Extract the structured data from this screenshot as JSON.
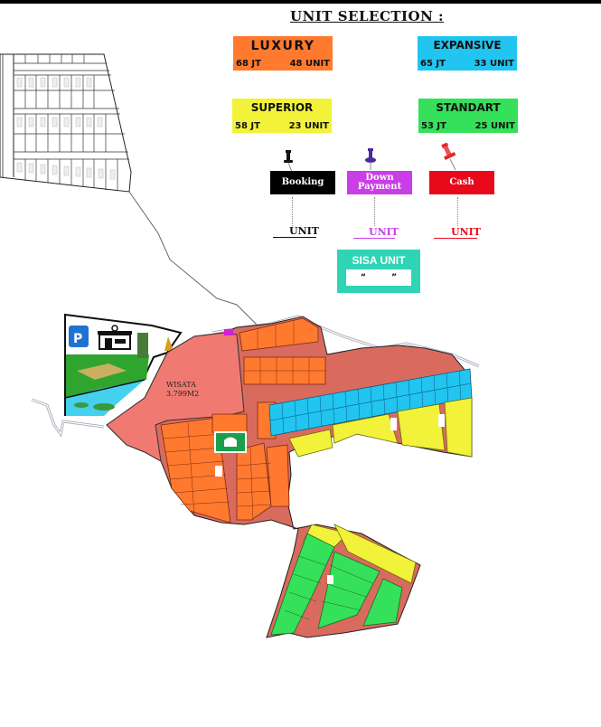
{
  "header": {
    "title": "UNIT SELECTION :"
  },
  "categories": [
    {
      "name": "LUXURY",
      "price": "68 JT",
      "units": "48 UNIT",
      "color": "#ff7a2f"
    },
    {
      "name": "EXPANSIVE",
      "price": "65 JT",
      "units": "33 UNIT",
      "color": "#22c4f0"
    },
    {
      "name": "SUPERIOR",
      "price": "58 JT",
      "units": "23 UNIT",
      "color": "#f2f23a"
    },
    {
      "name": "STANDART",
      "price": "53 JT",
      "units": "25 UNIT",
      "color": "#35e05a"
    }
  ],
  "status_legend": [
    {
      "label": "Booking",
      "unit_label": "UNIT",
      "color": "#000000",
      "pin_color": "#111111"
    },
    {
      "label": "Down Payment",
      "unit_label": "UNIT",
      "color": "#c93ee6",
      "pin_color": "#4a2a9c"
    },
    {
      "label": "Cash",
      "unit_label": "UNIT",
      "color": "#e8091b",
      "pin_color": "#e02a2a"
    }
  ],
  "remaining": {
    "label": "SISA UNIT",
    "open_quote": "“",
    "close_quote": "”",
    "color": "#2fd4b4"
  },
  "map": {
    "wisata_label": "WISATA",
    "wisata_area": "3.799M2",
    "facility_icons": [
      "parking-icon",
      "shop-icon",
      "park-icon",
      "lake-icon",
      "mosque-icon"
    ],
    "colors": {
      "road": "#d96b5e",
      "wisata": "#f07a72",
      "luxury": "#ff7a2f",
      "expansive": "#22c4f0",
      "superior": "#f2f23a",
      "standart": "#35e05a",
      "gate": "#d31fd6"
    }
  }
}
